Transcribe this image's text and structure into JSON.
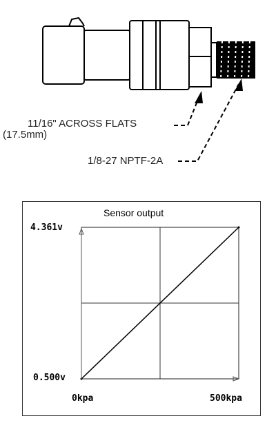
{
  "sensor": {
    "callouts": {
      "flats": "11/16\" ACROSS FLATS",
      "flats_metric": "(17.5mm)",
      "thread": "1/8-27 NPTF-2A"
    }
  },
  "chart_data": {
    "type": "line",
    "title": "Sensor output",
    "x": [
      "0kpa",
      "500kpa"
    ],
    "series": [
      {
        "values": [
          0.5,
          4.361
        ]
      }
    ],
    "y_tick_labels": [
      "4.361v",
      "0.500v"
    ],
    "x_tick_labels": [
      "0kpa",
      "500kpa"
    ],
    "xlim": [
      0,
      500
    ],
    "ylim": [
      0.5,
      4.361
    ],
    "grid": true
  },
  "colors": {
    "line": "#000000",
    "axis": "#555555",
    "grid": "#333333"
  }
}
